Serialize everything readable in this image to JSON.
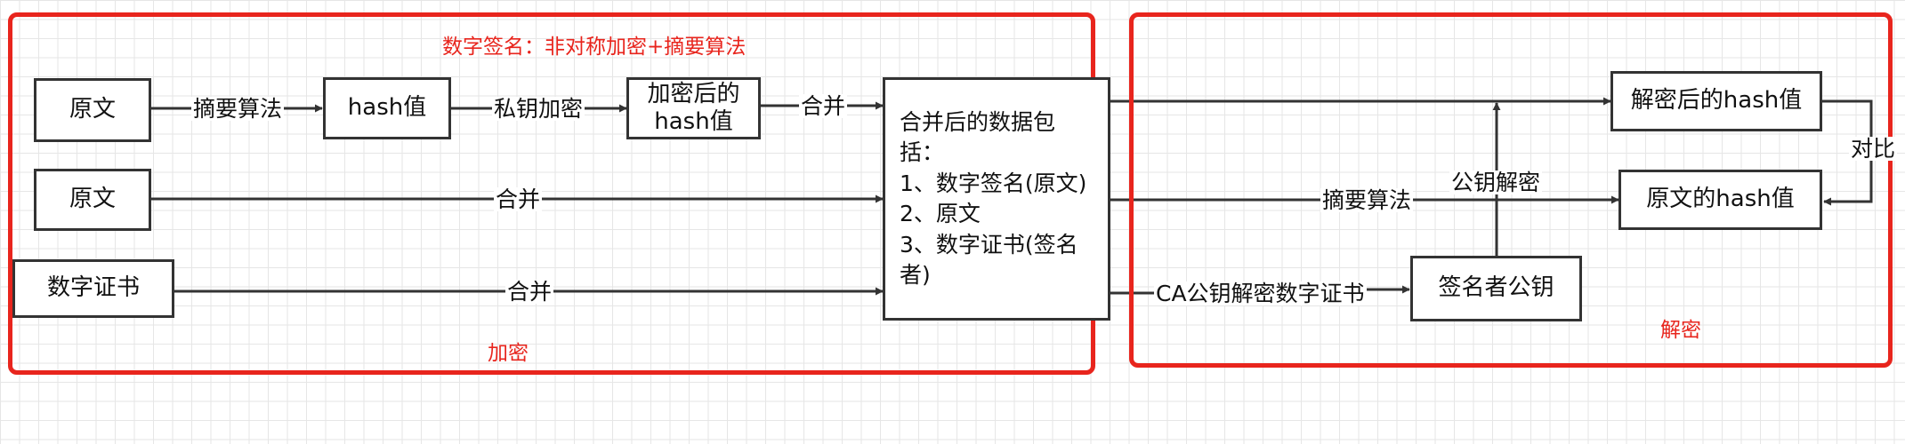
{
  "regions": {
    "sign": {
      "title": "数字签名：非对称加密+摘要算法",
      "label": "加密"
    },
    "verify": {
      "label": "解密"
    }
  },
  "nodes": {
    "original_1": "原文",
    "hash_value": "hash值",
    "encrypted_hash": "加密后的\nhash值",
    "original_2": "原文",
    "certificate": "数字证书",
    "merged": "合并后的数据包\n括：\n1、数字签名(原文)\n2、原文\n3、数字证书(签名\n者)",
    "decrypted_hash": "解密后的hash值",
    "original_hash": "原文的hash值",
    "signer_pubkey": "签名者公钥"
  },
  "edges": {
    "digest_1": "摘要算法",
    "private_encrypt": "私钥加密",
    "merge_1": "合并",
    "merge_2": "合并",
    "merge_3": "合并",
    "digest_2": "摘要算法",
    "ca_decrypt": "CA公钥解密数字证书",
    "pubkey_decrypt": "公钥解密",
    "compare": "对比"
  },
  "colors": {
    "accent": "#e8251d",
    "stroke": "#333333"
  }
}
